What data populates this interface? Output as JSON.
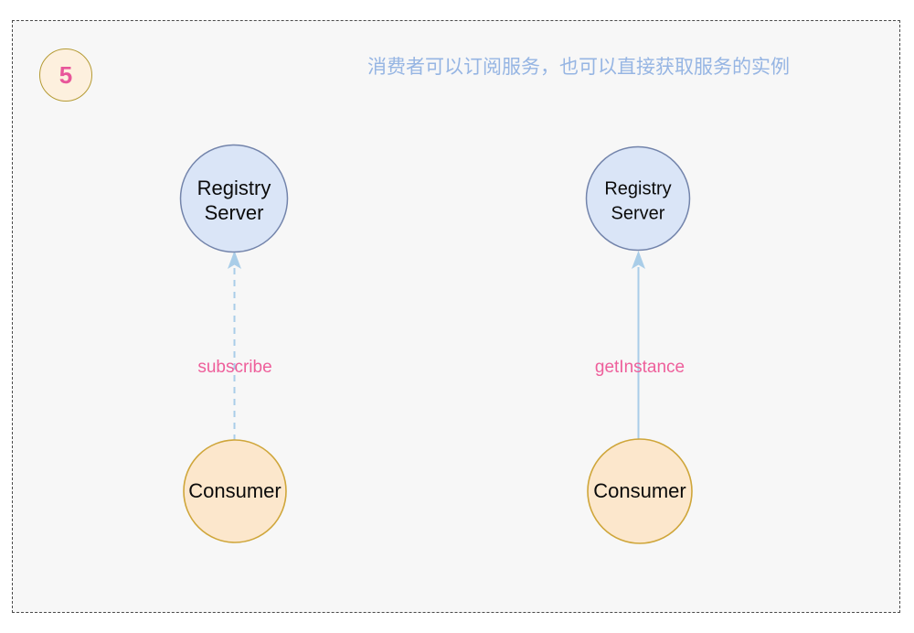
{
  "frame": {
    "border_style": "dashed",
    "border_color": "#4a4a4a",
    "background": "#f7f7f7"
  },
  "badge": {
    "number": "5",
    "text_color": "#e8569a",
    "fill": "#fdf0de",
    "border_color": "#b59b34"
  },
  "title": {
    "text": "消费者可以订阅服务，也可以直接获取服务的实例",
    "color": "#96b5e3"
  },
  "palette": {
    "registry_fill": "#dae5f7",
    "registry_stroke": "#7384ab",
    "consumer_fill": "#fce7cc",
    "consumer_stroke": "#cfa63a",
    "edge": "#a9cde8",
    "edge_label": "#ee5f9b"
  },
  "scenarios": [
    {
      "id": "subscribe-flow",
      "edge_label": "subscribe",
      "edge_style": "dashed",
      "target": {
        "line1": "Registry",
        "line2": "Server"
      },
      "source": {
        "label": "Consumer"
      }
    },
    {
      "id": "getinstance-flow",
      "edge_label": "getInstance",
      "edge_style": "solid",
      "target": {
        "line1": "Registry",
        "line2": "Server"
      },
      "source": {
        "label": "Consumer"
      }
    }
  ]
}
